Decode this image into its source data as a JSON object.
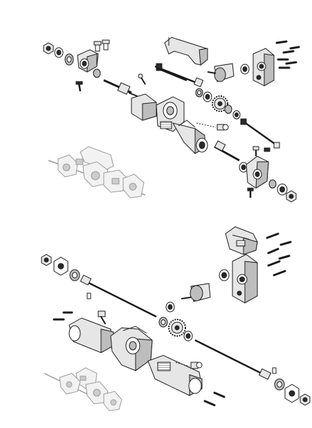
{
  "page": {
    "background": "#ffffff",
    "line_color": "#1a1a1a",
    "fill_light": "#e6e6e6",
    "fill_mid": "#bdbdbd",
    "fill_dark": "#2b2b2b",
    "preview_gray": "#9a9a9a"
  },
  "diagrams": [
    {
      "id": "front-axle-exploded",
      "parts": [
        "nut",
        "washer",
        "bearing",
        "steering-knuckle",
        "screw",
        "axle-shaft",
        "axle-housing",
        "gear",
        "drive-shaft",
        "bracket",
        "gearbox-housing",
        "pinion-shaft",
        "pin"
      ],
      "has_assembled_preview": true
    },
    {
      "id": "rear-axle-exploded",
      "parts": [
        "nut",
        "hex-hub",
        "bearing",
        "axle-shaft",
        "pin",
        "axle-tube",
        "axle-housing",
        "gear",
        "pinion-shaft",
        "gearbox-housing",
        "bracket",
        "screw",
        "washer"
      ],
      "has_assembled_preview": true
    }
  ]
}
